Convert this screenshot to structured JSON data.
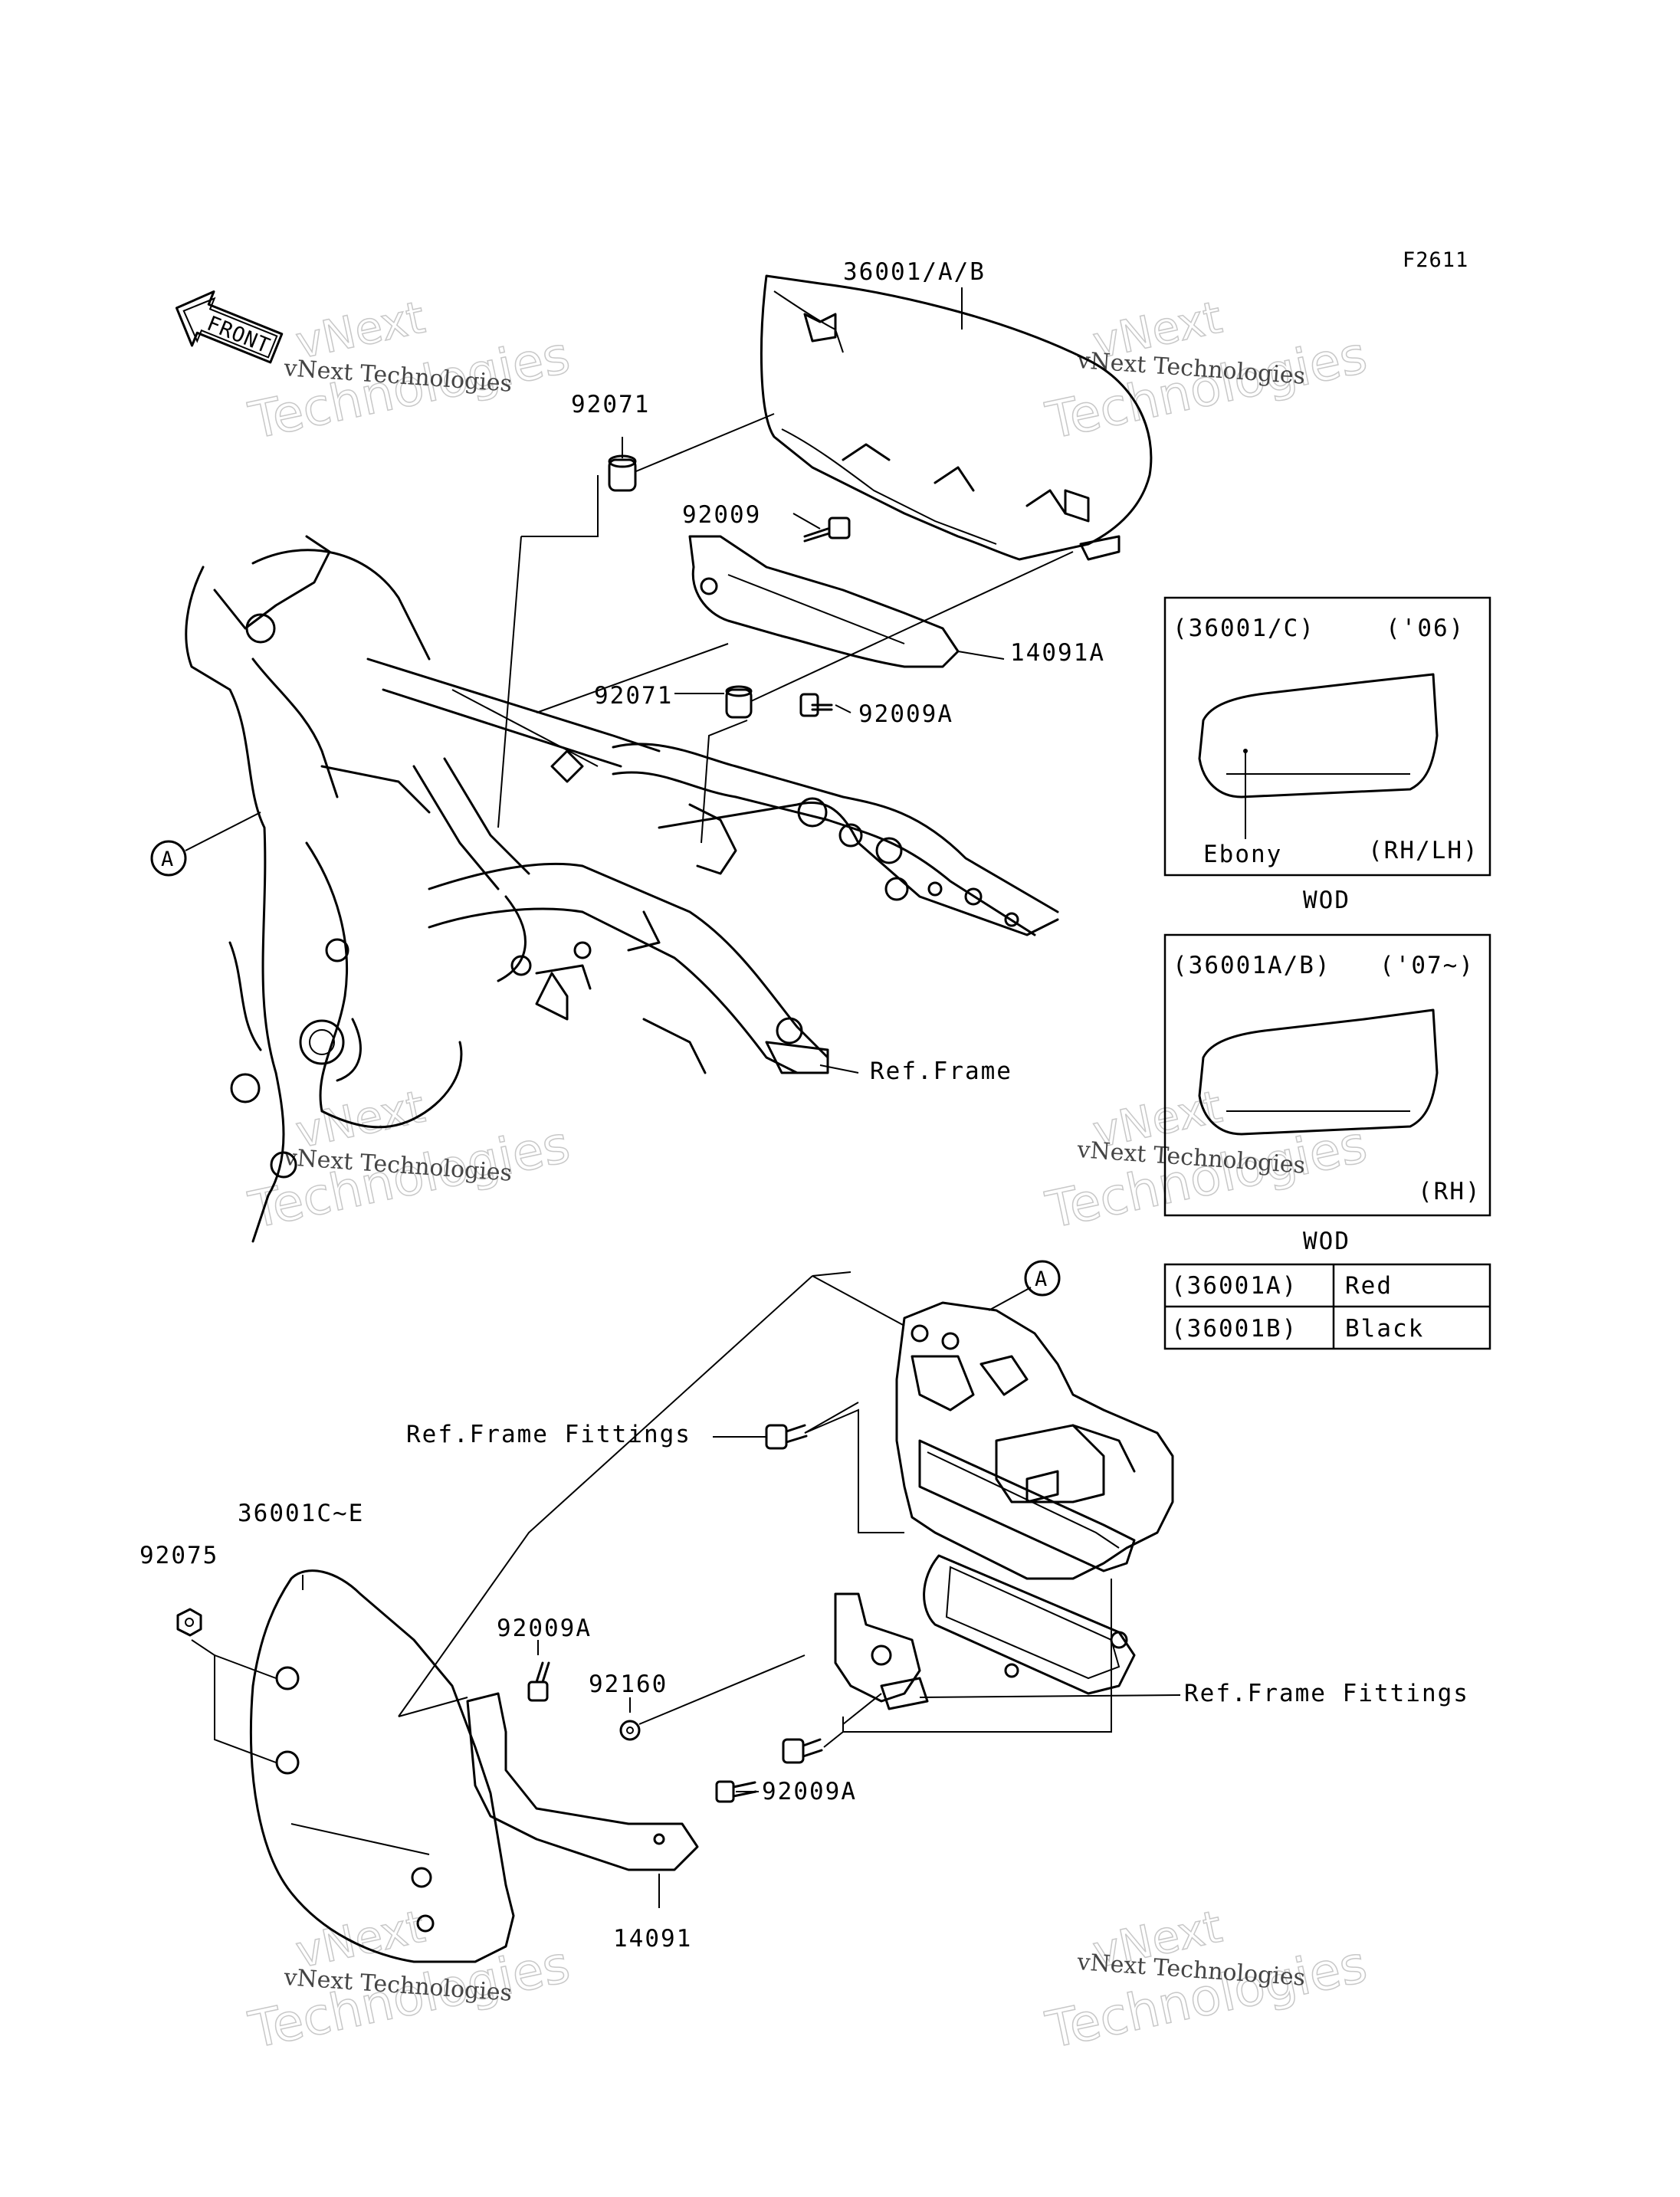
{
  "diagram_code": "F2611",
  "front_arrow_label": "FRONT",
  "callouts": {
    "c36001ab": "36001/A/B",
    "c92071_top": "92071",
    "c92009": "92009",
    "c14091A": "14091A",
    "c92071_mid": "92071",
    "c92009A_top": "92009A",
    "c_A_left": "A",
    "ref_frame": "Ref.Frame",
    "c_A_right": "A",
    "ref_frame_fittings_1": "Ref.Frame Fittings",
    "c36001CE": "36001C~E",
    "c92075": "92075",
    "c92009A_mid": "92009A",
    "c92160": "92160",
    "ref_frame_fittings_2": "Ref.Frame Fittings",
    "c92009A_bottom": "92009A",
    "c14091": "14091"
  },
  "inset_1": {
    "code": "(36001/C)",
    "year": "('06)",
    "color_label": "Ebony",
    "side": "(RH/LH)",
    "caption": "WOD"
  },
  "inset_2": {
    "code": "(36001A/B)",
    "year": "('07~)",
    "side": "(RH)",
    "caption": "WOD"
  },
  "color_table": [
    {
      "code": "(36001A)",
      "color": "Red"
    },
    {
      "code": "(36001B)",
      "color": "Black"
    }
  ],
  "watermarks": {
    "brand": "vNext",
    "word": "Technologies",
    "full": "vNext Technologies"
  }
}
